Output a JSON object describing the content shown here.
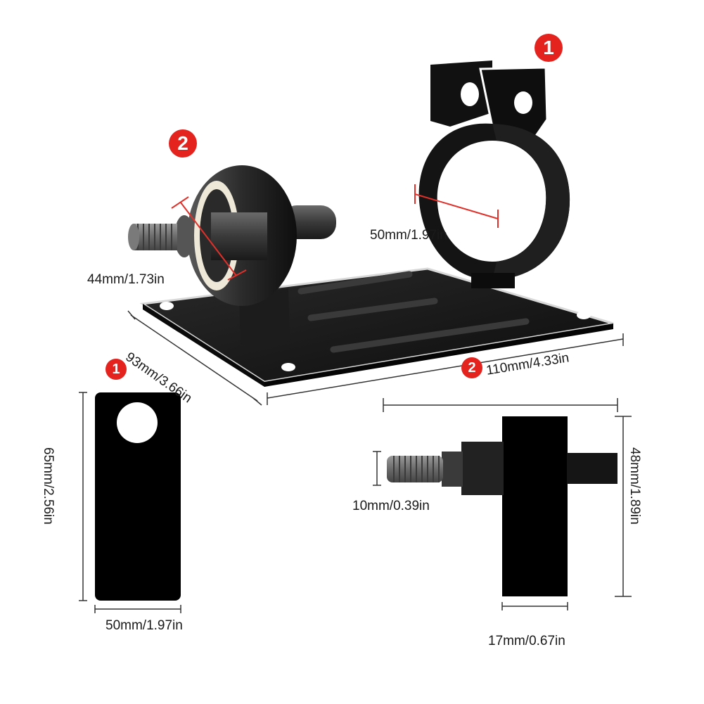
{
  "badges": {
    "one": "1",
    "two": "2"
  },
  "dimensions": {
    "clamp_inner_diameter": "50mm/1.97in",
    "spindle_ring_diameter": "44mm/1.73in",
    "base_depth": "93mm/3.66in",
    "base_width": "110mm/4.33in",
    "bracket_height": "65mm/2.56in",
    "bracket_width": "50mm/1.97in",
    "thread_diameter": "10mm/0.39in",
    "spindle_height": "48mm/1.89in",
    "spindle_ring_thickness": "17mm/0.67in"
  },
  "colors": {
    "badge": "#e4231f",
    "metal": "#141414",
    "measure_line": "#e0302a"
  }
}
